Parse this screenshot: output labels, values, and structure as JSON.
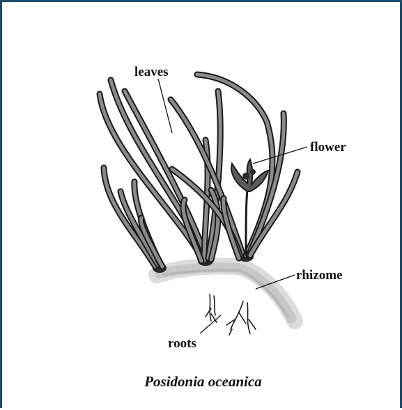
{
  "labels": {
    "leaves": "leaves",
    "flower": "flower",
    "rhizome": "rhizome",
    "roots": "roots"
  },
  "caption": "Posidonia oceanica",
  "colors": {
    "frame": "#1d4e6b",
    "leaf_fill": "#8a8a8a",
    "leaf_outline": "#1a1a1a",
    "rhizome": "#cfcfcf",
    "text": "#111111"
  }
}
